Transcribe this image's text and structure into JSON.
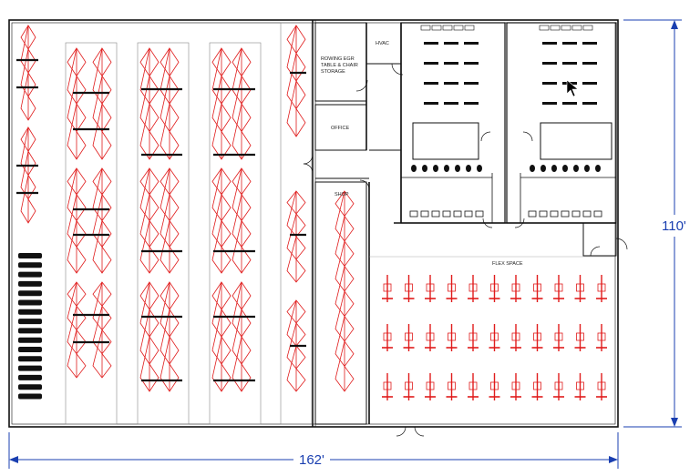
{
  "plan": {
    "rooms": {
      "storage_line1": "ROWING EGR",
      "storage_line2": "TABLE & CHAIR",
      "storage_line3": "STORAGE",
      "hvac": "HVAC",
      "office": "OFFICE",
      "shop": "SHOP",
      "flex": "FLEX SPACE"
    },
    "dimensions": {
      "width": "162'",
      "height": "110'"
    }
  },
  "colors": {
    "wall": "#111111",
    "equipment": "#e01b1b",
    "dimension": "#1a3fb0",
    "cursor": "#000000"
  },
  "icons": {
    "cursor": "pointer-arrow-icon"
  }
}
